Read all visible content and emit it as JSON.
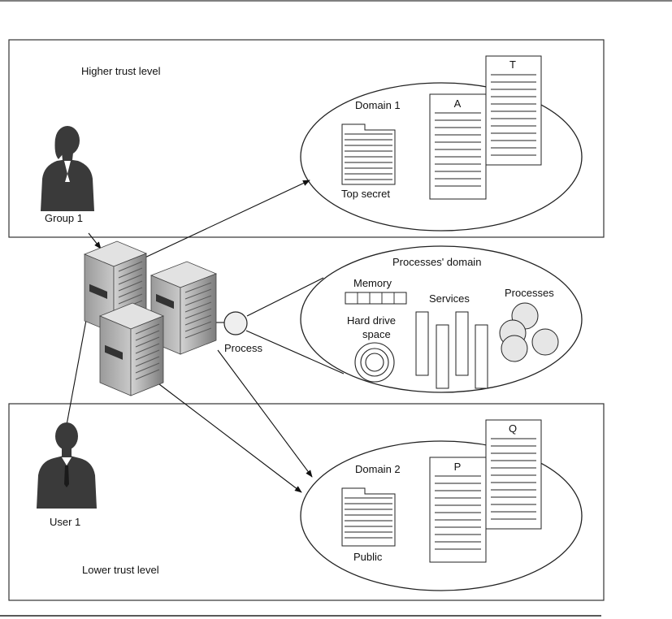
{
  "zones": {
    "higher_trust_label": "Higher trust level",
    "lower_trust_label": "Lower trust level"
  },
  "actors": {
    "group": "Group 1",
    "user": "User 1"
  },
  "domain1": {
    "title": "Domain 1",
    "folder_label": "Top secret",
    "doc_front": "A",
    "doc_back": "T"
  },
  "domain2": {
    "title": "Domain 2",
    "folder_label": "Public",
    "doc_front": "P",
    "doc_back": "Q"
  },
  "processes_domain": {
    "title": "Processes' domain",
    "memory": "Memory",
    "hard_drive_line1": "Hard drive",
    "hard_drive_line2": "space",
    "services": "Services",
    "processes": "Processes"
  },
  "process_node": "Process"
}
